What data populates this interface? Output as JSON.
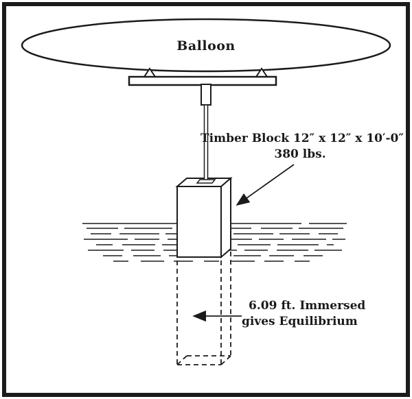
{
  "figure": {
    "balloon_label": "Balloon",
    "timber_block_label": "Timber Block 12″ x 12″ x 10′-0″",
    "weight_label": "380 lbs.",
    "immersed_line1": "6.09 ft. Immersed",
    "immersed_line2": "gives Equilibrium",
    "colors": {
      "ink": "#1b1b1b",
      "paper": "#ffffff"
    }
  }
}
